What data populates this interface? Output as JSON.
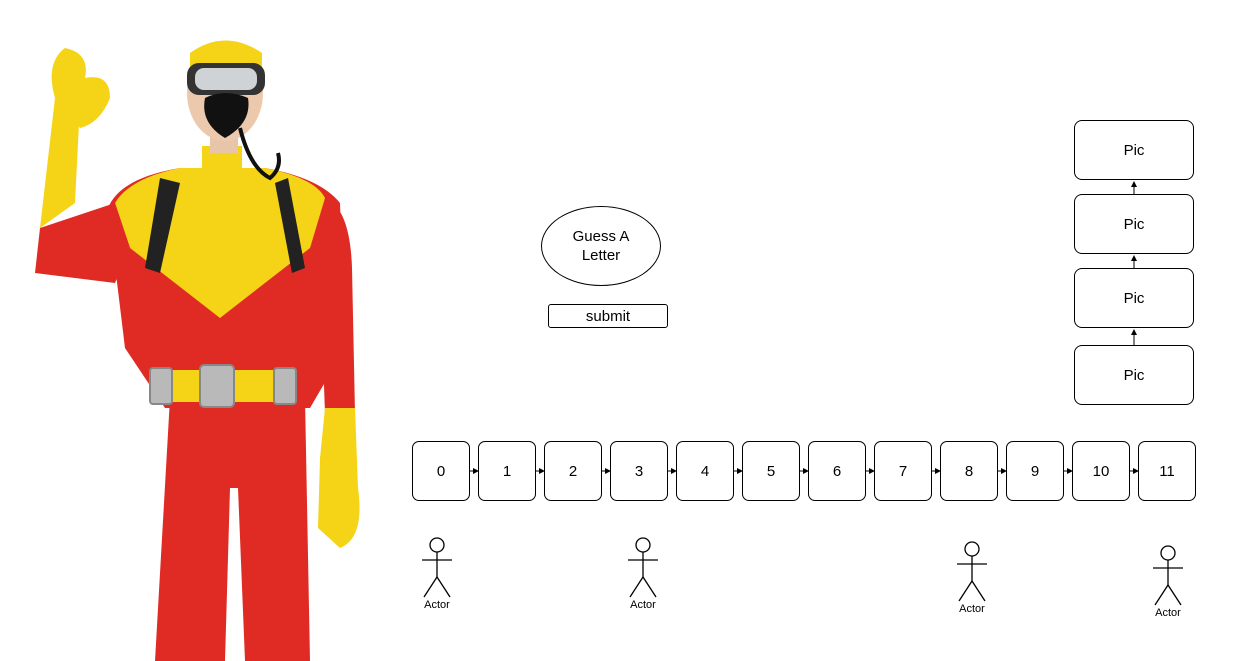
{
  "guess": {
    "label": "Guess A Letter",
    "submit_label": "submit"
  },
  "slots": [
    "0",
    "1",
    "2",
    "3",
    "4",
    "5",
    "6",
    "7",
    "8",
    "9",
    "10",
    "11"
  ],
  "pics": [
    "Pic",
    "Pic",
    "Pic",
    "Pic"
  ],
  "actors": [
    "Actor",
    "Actor",
    "Actor",
    "Actor"
  ],
  "colors": {
    "costume_red": "#e02b24",
    "costume_yellow": "#f5d417",
    "stroke": "#000000"
  },
  "image": {
    "subject": "person-in-red-yellow-costume"
  }
}
